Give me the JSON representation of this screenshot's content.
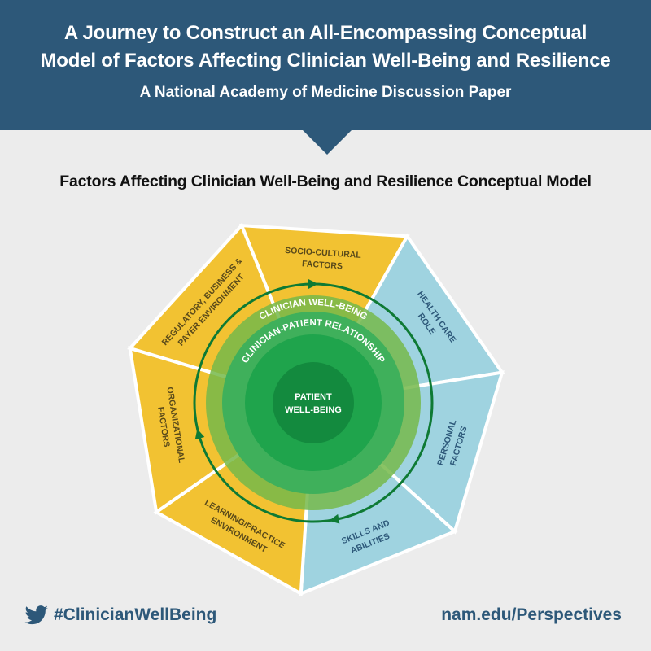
{
  "header": {
    "title_line1": "A Journey to Construct an All-Encompassing Conceptual",
    "title_line2": "Model of Factors Affecting Clinician Well-Being and Resilience",
    "subtitle": "A National Academy of Medicine Discussion Paper"
  },
  "model_title": "Factors Affecting Clinician Well-Being and Resilience Conceptual Model",
  "diagram": {
    "outer_segments": [
      {
        "name": "socio-cultural",
        "lines": [
          "SOCIO-CULTURAL",
          "FACTORS"
        ],
        "group": "external"
      },
      {
        "name": "health-care-role",
        "lines": [
          "HEALTH CARE",
          "ROLE"
        ],
        "group": "individual"
      },
      {
        "name": "personal",
        "lines": [
          "PERSONAL",
          "FACTORS"
        ],
        "group": "individual"
      },
      {
        "name": "skills",
        "lines": [
          "SKILLS AND",
          "ABILITIES"
        ],
        "group": "individual"
      },
      {
        "name": "learning",
        "lines": [
          "LEARNING/PRACTICE",
          "ENVIRONMENT"
        ],
        "group": "external"
      },
      {
        "name": "organizational",
        "lines": [
          "ORGANIZATIONAL",
          "FACTORS"
        ],
        "group": "external"
      },
      {
        "name": "regulatory",
        "lines": [
          "REGULATORY, BUSINESS &",
          "PAYER ENVIRONMENT"
        ],
        "group": "external"
      }
    ],
    "ring_outer_label": "CLINICIAN WELL-BEING",
    "ring_middle_label": "CLINICIAN-PATIENT RELATIONSHIP",
    "center_line1": "PATIENT",
    "center_line2": "WELL-BEING",
    "colors": {
      "external": "#f2c232",
      "individual": "#9fd3e0",
      "external_text": "#5a4a1a",
      "individual_text": "#2d5879",
      "ring_outer": "#76b84a",
      "ring_mid": "#3fb05b",
      "ring_inner": "#1fa44c",
      "center": "#138a3e",
      "arrow": "#0e7a34"
    }
  },
  "footer": {
    "hashtag": "#ClinicianWellBeing",
    "url": "nam.edu/Perspectives"
  }
}
